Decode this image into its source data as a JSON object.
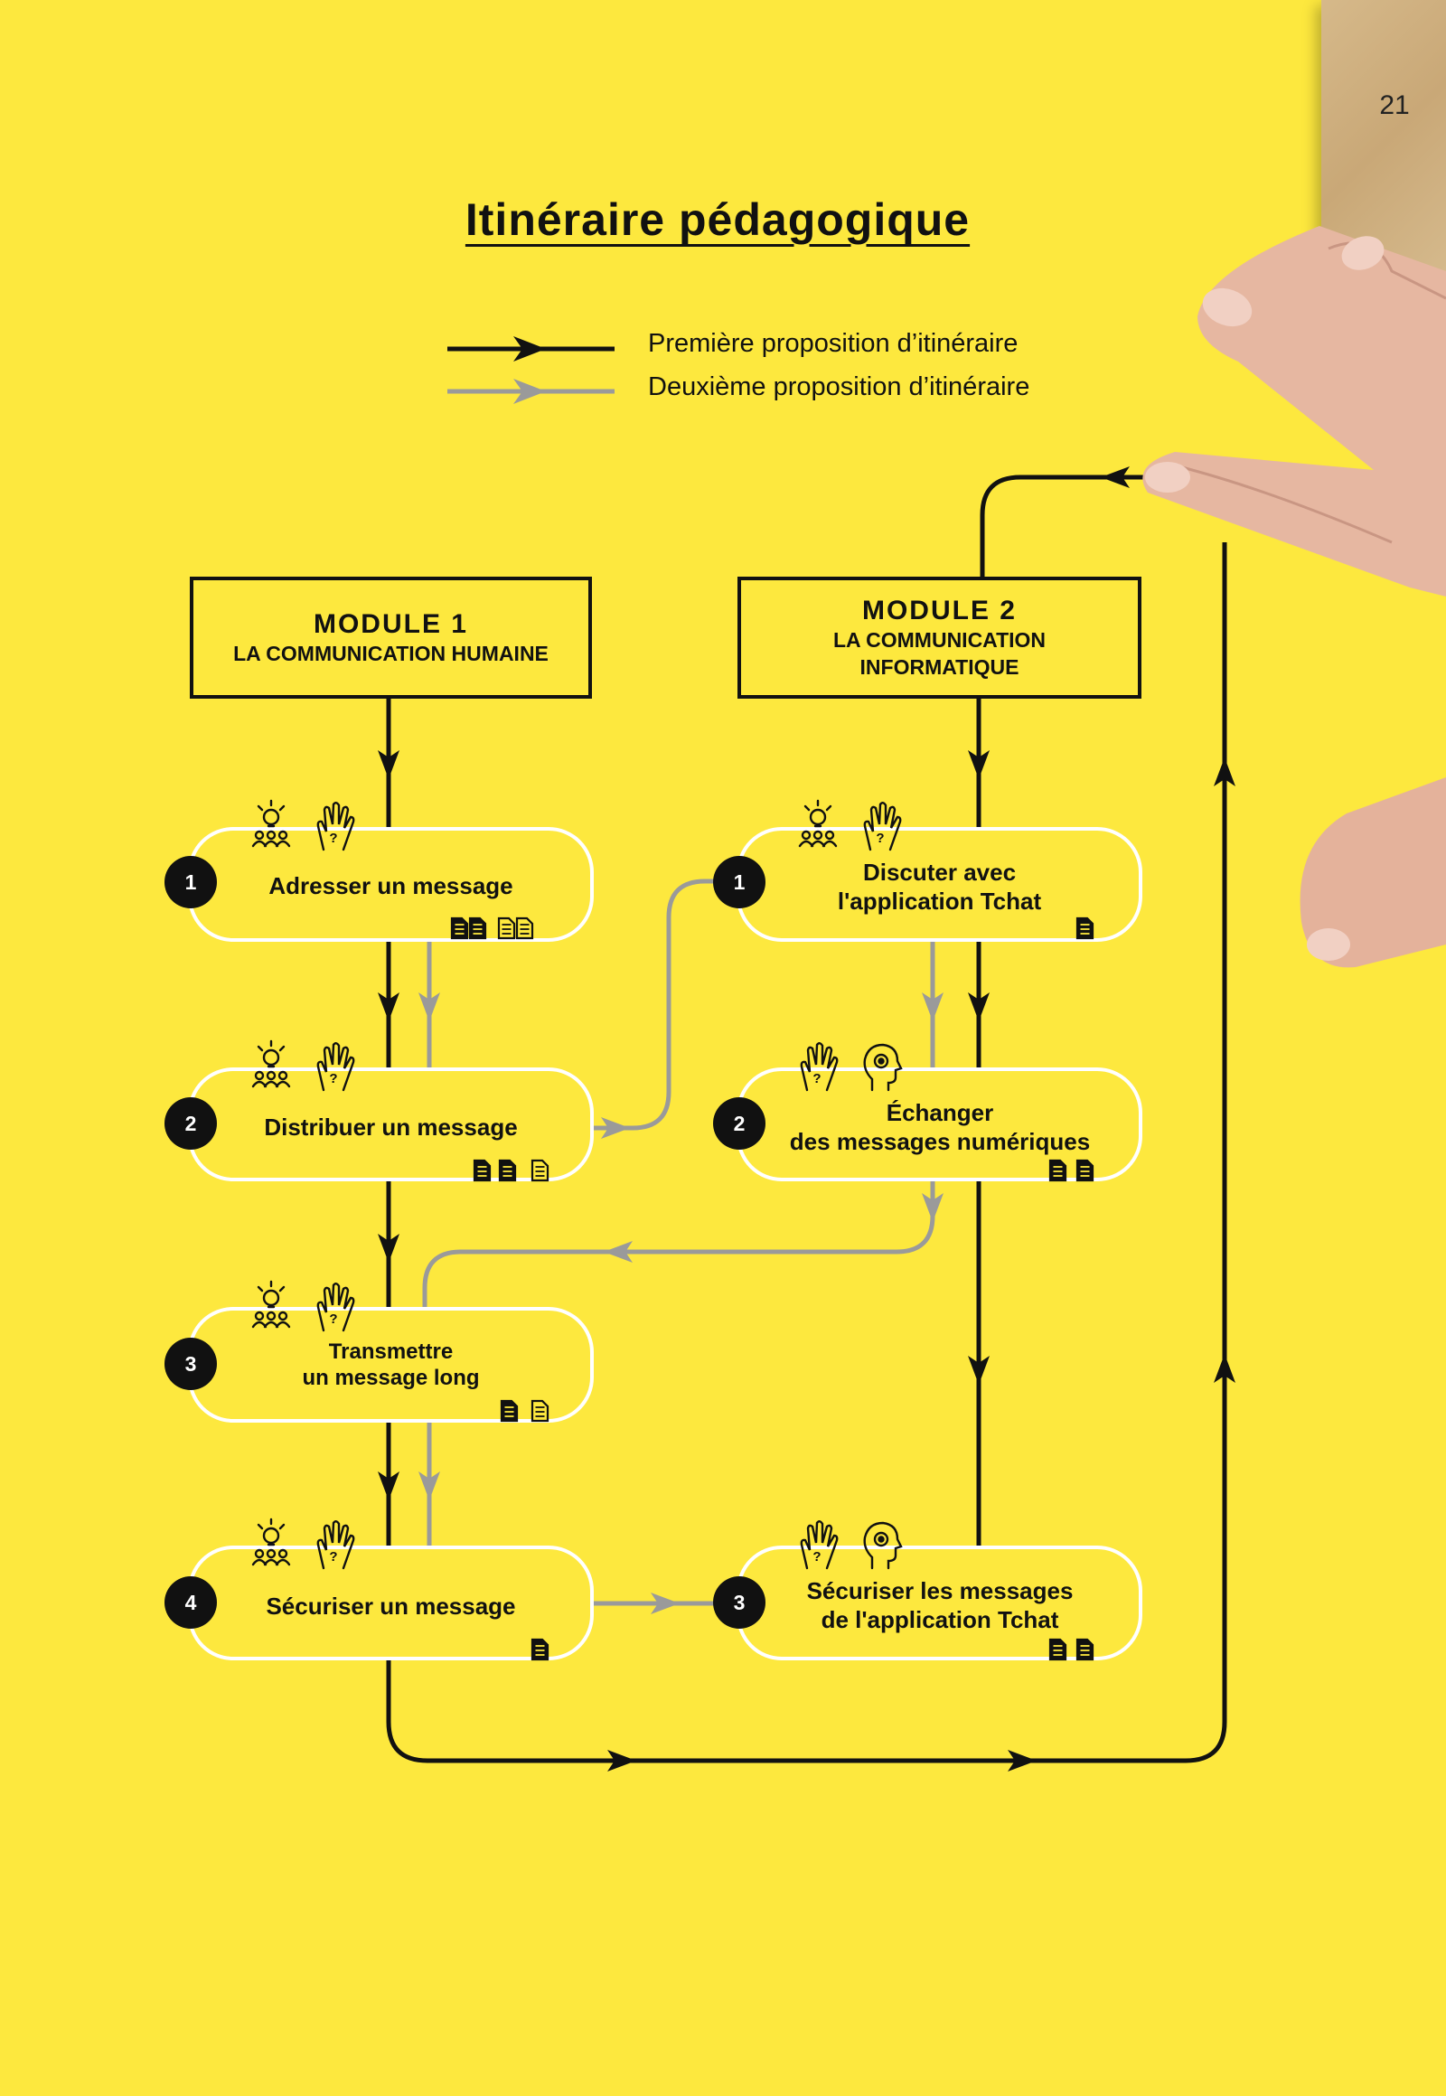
{
  "page": {
    "number": "21"
  },
  "title": "Itinéraire pédagogique",
  "legend": {
    "first": "Première proposition d’itinéraire",
    "second": "Deuxième proposition d’itinéraire",
    "first_color": "#111111",
    "second_color": "#9a9a9a"
  },
  "modules": [
    {
      "title": "MODULE 1",
      "subtitle": "LA COMMUNICATION HUMAINE",
      "steps": [
        {
          "number": "1",
          "label": "Adresser un message",
          "icons": [
            "lightbulb-group-icon",
            "raised-hand-icon"
          ],
          "docs": [
            "document-icon",
            "document-icon",
            "document-outline-icon",
            "document-outline-icon"
          ]
        },
        {
          "number": "2",
          "label": "Distribuer un message",
          "icons": [
            "lightbulb-group-icon",
            "raised-hand-icon"
          ],
          "docs": [
            "document-icon",
            "document-icon",
            "document-outline-icon"
          ]
        },
        {
          "number": "3",
          "label": "Transmettre\nun message long",
          "icons": [
            "lightbulb-group-icon",
            "raised-hand-icon"
          ],
          "docs": [
            "document-icon",
            "document-outline-icon"
          ]
        },
        {
          "number": "4",
          "label": "Sécuriser un message",
          "icons": [
            "lightbulb-group-icon",
            "raised-hand-icon"
          ],
          "docs": [
            "document-icon"
          ]
        }
      ]
    },
    {
      "title": "MODULE 2",
      "subtitle": "LA COMMUNICATION INFORMATIQUE",
      "steps": [
        {
          "number": "1",
          "label": "Discuter avec\nl'application Tchat",
          "icons": [
            "lightbulb-group-icon",
            "raised-hand-icon"
          ],
          "docs": [
            "document-icon"
          ]
        },
        {
          "number": "2",
          "label": "Échanger\ndes messages numériques",
          "icons": [
            "raised-hand-icon",
            "head-gear-icon"
          ],
          "docs": [
            "document-icon",
            "document-icon"
          ]
        },
        {
          "number": "3",
          "label": "Sécuriser les messages\nde l'application Tchat",
          "icons": [
            "raised-hand-icon",
            "head-gear-icon"
          ],
          "docs": [
            "document-icon",
            "document-icon"
          ]
        }
      ]
    }
  ]
}
